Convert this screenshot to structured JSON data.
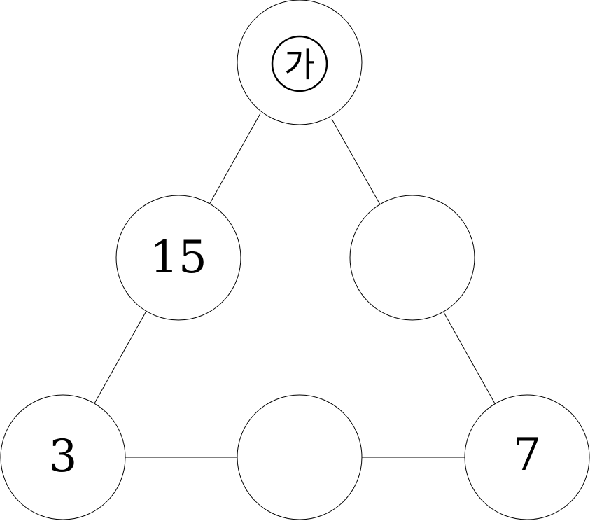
{
  "diagram": {
    "nodes": {
      "top": {
        "label": "가",
        "circled": true
      },
      "mid_left": {
        "label": "15",
        "circled": false
      },
      "mid_right": {
        "label": "",
        "circled": false
      },
      "bottom_left": {
        "label": "3",
        "circled": false
      },
      "bottom_mid": {
        "label": "",
        "circled": false
      },
      "bottom_right": {
        "label": "7",
        "circled": false
      }
    },
    "edges": [
      [
        "top",
        "mid_left"
      ],
      [
        "top",
        "mid_right"
      ],
      [
        "mid_left",
        "bottom_left"
      ],
      [
        "mid_right",
        "bottom_right"
      ],
      [
        "bottom_left",
        "bottom_mid"
      ],
      [
        "bottom_mid",
        "bottom_right"
      ]
    ]
  }
}
